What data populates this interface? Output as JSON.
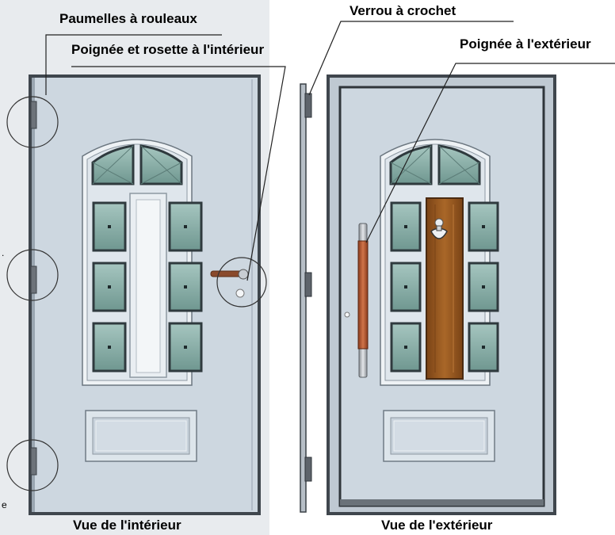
{
  "labels": {
    "paumelles": "Paumelles à rouleaux",
    "poignee_int": "Poignée et rosette à l'intérieur",
    "verrou": "Verrou à crochet",
    "poignee_ext": "Poignée à l'extérieur",
    "vue_int": "Vue de l'intérieur",
    "vue_ext": "Vue de l'extérieur"
  },
  "edge_marks": [
    ".",
    "e"
  ],
  "colors": {
    "panel_bg": "#e8ebee",
    "door": "#cdd7e0",
    "frame": "#3a4046",
    "glass": "#8fb2ac",
    "wood": "#9a5a22",
    "handle_bar": "#c0643a"
  }
}
